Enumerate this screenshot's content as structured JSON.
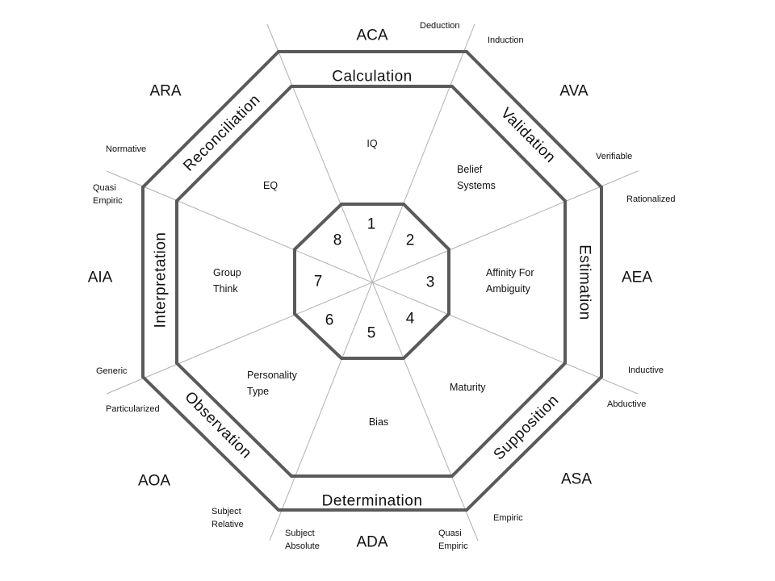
{
  "center_numbers": [
    "1",
    "2",
    "3",
    "4",
    "5",
    "6",
    "7",
    "8"
  ],
  "sectors": [
    [
      "IQ"
    ],
    [
      "Belief",
      "Systems"
    ],
    [
      "Affinity For",
      "Ambiguity"
    ],
    [
      "Maturity"
    ],
    [
      "Bias"
    ],
    [
      "Personality",
      "Type"
    ],
    [
      "Group",
      "Think"
    ],
    [
      "EQ"
    ]
  ],
  "bands": [
    "Calculation",
    "Validation",
    "Estimation",
    "Supposition",
    "Determination",
    "Observation",
    "Interpretation",
    "Reconciliation"
  ],
  "outer_codes": [
    "ACA",
    "AVA",
    "AEA",
    "ASA",
    "ADA",
    "AOA",
    "AIA",
    "ARA"
  ],
  "line_labels": [
    [
      "Deduction"
    ],
    [
      "Induction"
    ],
    [
      "Verifiable"
    ],
    [
      "Rationalized"
    ],
    [
      "Inductive"
    ],
    [
      "Abductive"
    ],
    [
      "Empiric"
    ],
    [
      "Quasi",
      "Empiric"
    ],
    [
      "Subject",
      "Absolute"
    ],
    [
      "Subject",
      "Relative"
    ],
    [
      "Particularized"
    ],
    [
      "Generic"
    ],
    [
      "Quasi",
      "Empiric"
    ],
    [
      "Normative"
    ]
  ],
  "colors": {
    "stroke": "#5a5a5a",
    "ray": "#b0b0b0",
    "text": "#111111"
  }
}
